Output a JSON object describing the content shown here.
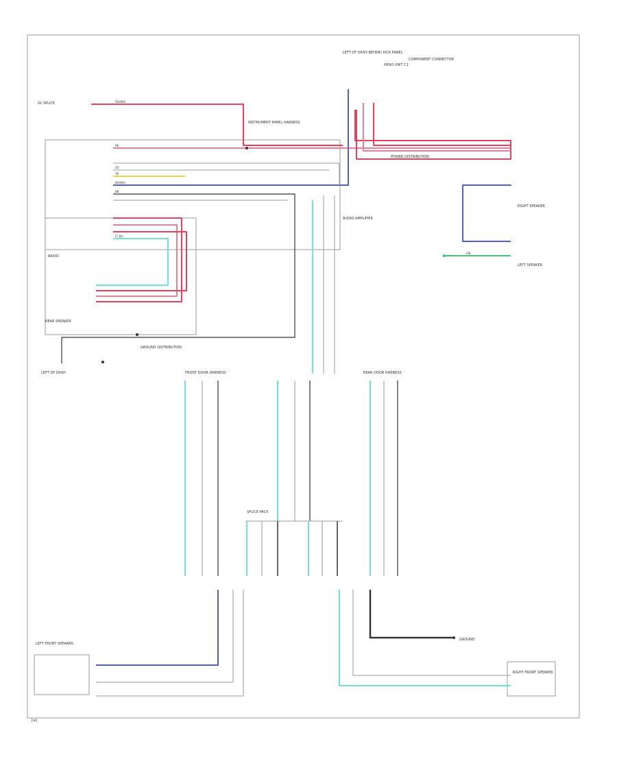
{
  "sheet": {
    "footer_code": "[w]"
  },
  "colors": {
    "red": "#e8405c",
    "pink": "#f37b94",
    "blue": "#4f5fc8",
    "cyan": "#6fe0de",
    "green": "#47c27a",
    "yellow": "#e2d34a",
    "black": "#333333",
    "gray": "#9a9a9a",
    "frame": "#9a9a9a"
  },
  "diagram": {
    "labels": {
      "top_ground_title": "LEFT OF DASH BEHIND KICK PANEL",
      "top_module": "COMPONENT CONNECTOR",
      "top_sub": "HEAD UNIT C1",
      "splice_left": "S1 SPLICE",
      "radio_block": "RADIO",
      "ip_harness": "INSTRUMENT PANEL HARNESS",
      "power_dist": "POWER DISTRIBUTION",
      "audio_amp": "AUDIO AMPLIFIER",
      "speaker_right": "RIGHT SPEAKER",
      "speaker_left": "LEFT SPEAKER",
      "rear_block": "REAR SPEAKER",
      "ground_dist": "GROUND DISTRIBUTION",
      "left_dash": "LEFT OF DASH",
      "front_door": "FRONT DOOR HARNESS",
      "rear_door": "REAR DOOR HARNESS",
      "splice_mid": "SPLICE PACK",
      "ground_right": "GROUND",
      "left_speaker_btm": "LEFT FRONT SPEAKER",
      "right_speaker_btm": "RIGHT FRONT SPEAKER"
    },
    "wire_codes": {
      "red": "RD/WH",
      "pink": "PK",
      "blue": "BU/WH",
      "cyan": "LT BU",
      "green": "GN",
      "yellow": "YE",
      "black": "BK",
      "gray": "GY"
    }
  }
}
